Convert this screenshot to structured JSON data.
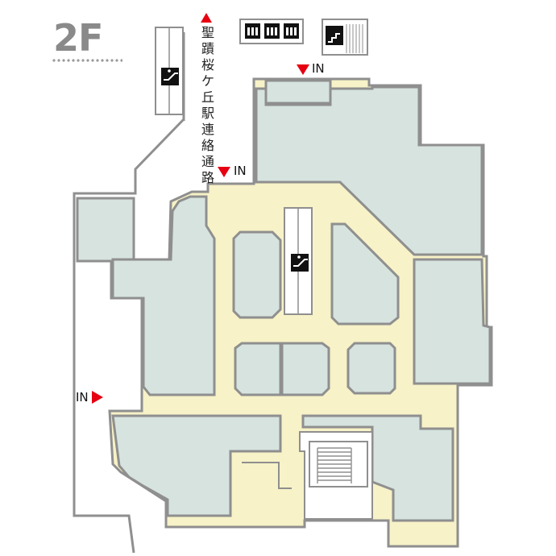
{
  "floor": {
    "label": "2F"
  },
  "connector": {
    "label": "聖蹟桜ケ丘駅連絡通路"
  },
  "entrances": [
    {
      "id": "north",
      "label": "IN"
    },
    {
      "id": "corridor",
      "label": "IN"
    },
    {
      "id": "west",
      "label": "IN"
    }
  ],
  "icons": {
    "escalator": "escalator-icon",
    "elevator": "elevator-icon",
    "stairs": "stairs-icon",
    "entrance_arrow": "red-triangle-arrow-icon"
  },
  "colors": {
    "shop": "#d6e3df",
    "corridor": "#f7f2c7",
    "wall": "#8f8f8f",
    "arrow": "#e60012",
    "floor_label": "#8a8a8a"
  }
}
